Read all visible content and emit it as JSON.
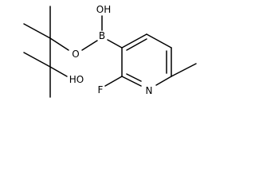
{
  "molecule": {
    "atoms": {
      "boron": "B",
      "boron_oh": "OH",
      "ester_oxygen": "O",
      "alcohol_oh": "HO",
      "fluorine": "F",
      "ring_nitrogen": "N"
    }
  }
}
